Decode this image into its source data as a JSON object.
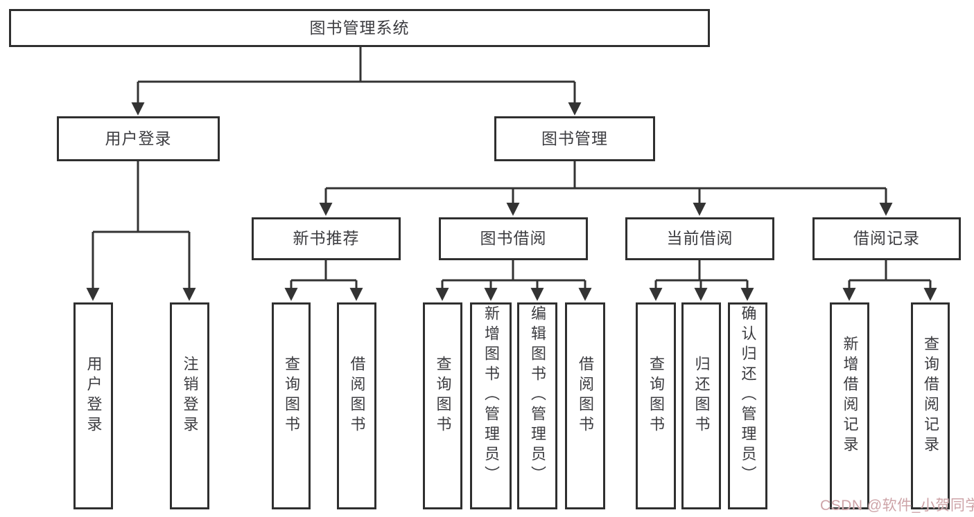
{
  "diagram": {
    "title": "图书管理系统",
    "tree": {
      "label": "图书管理系统",
      "children": [
        {
          "label": "用户登录",
          "children": [
            {
              "label": "用户登录"
            },
            {
              "label": "注销登录"
            }
          ]
        },
        {
          "label": "图书管理",
          "children": [
            {
              "label": "新书推荐",
              "children": [
                {
                  "label": "查询图书"
                },
                {
                  "label": "借阅图书"
                }
              ]
            },
            {
              "label": "图书借阅",
              "children": [
                {
                  "label": "查询图书"
                },
                {
                  "label": "新增图书（管理员）"
                },
                {
                  "label": "编辑图书（管理员）"
                },
                {
                  "label": "借阅图书"
                }
              ]
            },
            {
              "label": "当前借阅",
              "children": [
                {
                  "label": "查询图书"
                },
                {
                  "label": "归还图书"
                },
                {
                  "label": "确认归还（管理员）"
                }
              ]
            },
            {
              "label": "借阅记录",
              "children": [
                {
                  "label": "新增借阅记录"
                },
                {
                  "label": "查询借阅记录"
                }
              ]
            }
          ]
        }
      ]
    },
    "watermark": {
      "text": "CSDN @软件_小贺同学",
      "color": "#cda3a7"
    },
    "colors": {
      "background": "#ffffff",
      "line": "#333333",
      "box_border": "#2f2f2f",
      "text": "#3c3c40"
    }
  }
}
